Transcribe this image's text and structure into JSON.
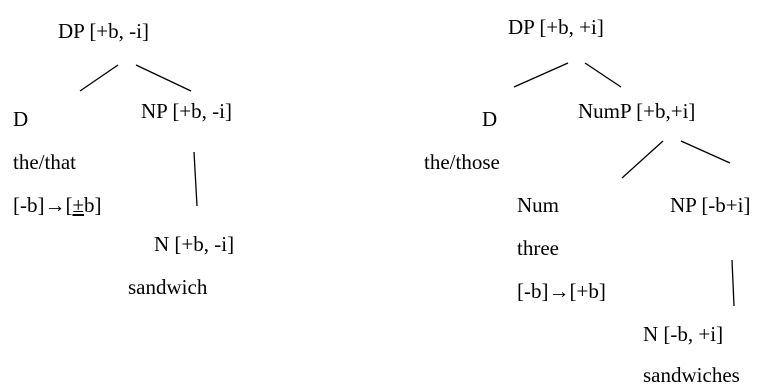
{
  "left_tree": {
    "root": "DP [+b, -i]",
    "d": "D",
    "d_word": "the/that",
    "d_feature_pre": "[-b]→[",
    "d_feature_pm": "±",
    "d_feature_post": "b]",
    "np": "NP [+b, -i]",
    "n": "N [+b, -i]",
    "n_word": "sandwich"
  },
  "right_tree": {
    "root": "DP [+b, +i]",
    "d": "D",
    "d_word": "the/those",
    "nump": "NumP [+b,+i]",
    "num": "Num",
    "num_word": "three",
    "num_feature": "[-b]→[+b]",
    "np": "NP [-b+i]",
    "n": "N [-b, +i]",
    "n_word": "sandwiches"
  }
}
